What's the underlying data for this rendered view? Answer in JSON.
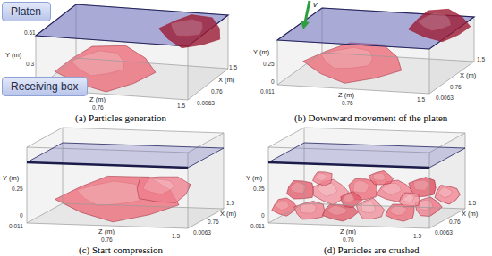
{
  "diagram": {
    "nodes": [
      {
        "text": [
          "Platen"
        ]
      },
      {
        "text": [
          "Receiving box"
        ]
      }
    ],
    "labels": [
      "0.61",
      "Y (m)",
      "0.3",
      "Z (m)",
      "0.76",
      "1.5",
      "0.0063",
      "0.76",
      "X (m)",
      "1.5",
      "(a) Particles generation",
      "Y (m)",
      "0.25",
      "0",
      "0.011",
      "Z (m)",
      "0.76",
      "1.5",
      "0.0063",
      "0.76",
      "X (m)",
      "1.5",
      "v",
      "(b) Downward movement of the platen",
      "Y (m)",
      "0.25",
      "0",
      "0.011",
      "Z (m)",
      "0.76",
      "1.5",
      "0.0063",
      "0.76",
      "X (m)",
      "1.5",
      "(c) Start compression",
      "Y (m)",
      "0.25",
      "0",
      "0.011",
      "Z (m)",
      "0.76",
      "1.5",
      "0.0063",
      "0.76",
      "X (m)",
      "1.5",
      "(d) Particles are crushed"
    ]
  }
}
